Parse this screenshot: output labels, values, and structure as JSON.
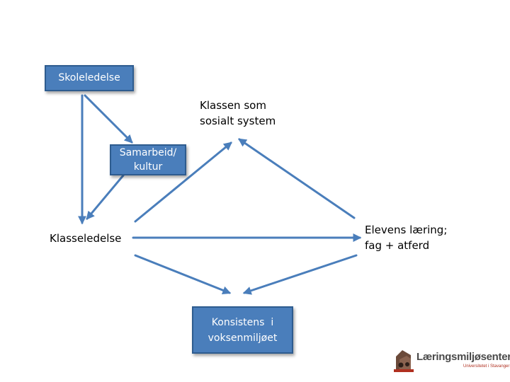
{
  "nodes": {
    "skoleledelse": "Skoleledelse",
    "klassen_som": [
      "Klassen som",
      "sosialt system"
    ],
    "samarbeid": [
      "Samarbeid/",
      "kultur"
    ],
    "klasseledelse": "Klasseledelse",
    "elevens": [
      "Elevens læring;",
      "fag + atferd"
    ],
    "konsistens": [
      "Konsistens  i",
      "voksenmiljøet"
    ]
  },
  "logo": {
    "name": "Læringsmiljøsenteret",
    "tagline": "Universitetet i Stavanger"
  },
  "colors": {
    "box_fill": "#4a7ebb",
    "box_border": "#2e5c8f",
    "arrow": "#4a7ebb",
    "logo_red": "#b03020"
  }
}
